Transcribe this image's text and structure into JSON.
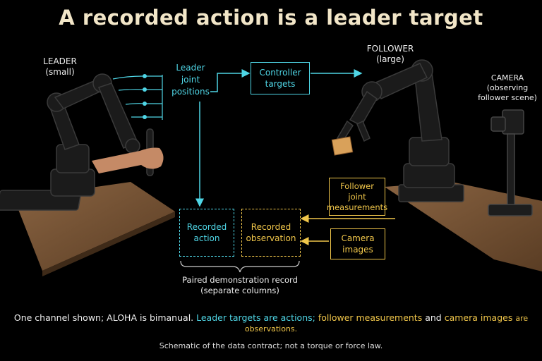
{
  "title": "A recorded action is a leader target",
  "leader": {
    "label": "LEADER",
    "sub": "(small)"
  },
  "follower": {
    "label": "FOLLOWER",
    "sub": "(large)"
  },
  "camera": {
    "label": "CAMERA",
    "sub1": "(observing",
    "sub2": "follower scene)"
  },
  "leader_joint_positions": "Leader\njoint\npositions",
  "controller_targets": "Controller\ntargets",
  "recorded_action": "Recorded\naction",
  "recorded_observation": "Recorded\nobservation",
  "follower_joint_measurements": "Follower\njoint\nmeasurements",
  "camera_images": "Camera\nimages",
  "paired_record": {
    "line1": "Paired demonstration record",
    "line2": "(separate columns)"
  },
  "footer": {
    "part1": "One channel shown; ALOHA is bimanual.",
    "part2": "Leader targets are actions;",
    "part3": "follower measurements",
    "part4": "and",
    "part5": "camera images",
    "part6": "are observations."
  },
  "note": "Schematic of the data contract; not a torque or force law.",
  "colors": {
    "cyan": "#4fd6e6",
    "yellow": "#f0c64a",
    "title": "#f2e6c8",
    "table": "#6b4a2e"
  }
}
